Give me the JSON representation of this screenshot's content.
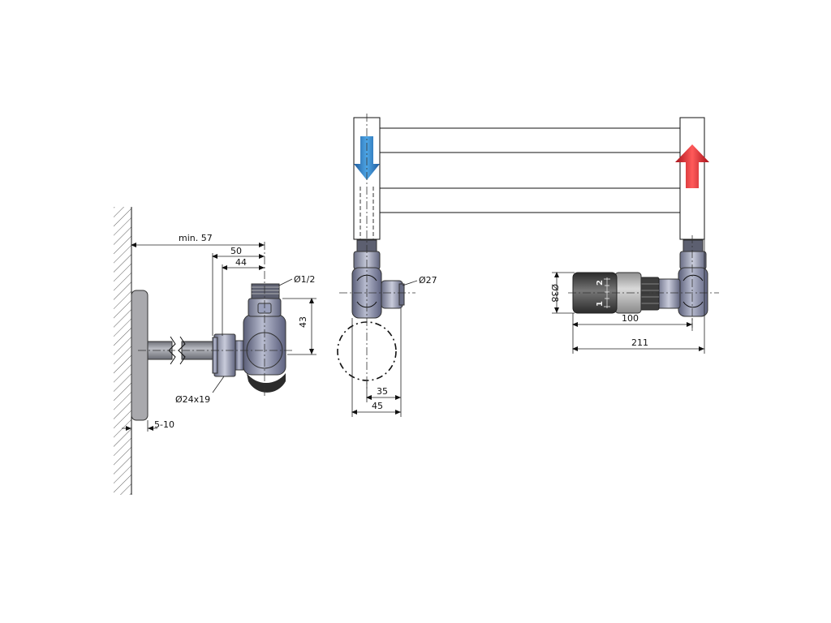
{
  "dimensions": {
    "min57": "min. 57",
    "d50": "50",
    "d44": "44",
    "d43": "43",
    "thread": "Ø1/2",
    "pipe": "Ø24x19",
    "wall": "5-10",
    "d27": "Ø27",
    "d35": "35",
    "d45": "45",
    "d38": "Ø38",
    "d100": "100",
    "d211": "211"
  },
  "knob": {
    "mark1": "1",
    "mark2": "2"
  },
  "colors": {
    "flow_down_arrow": "#2f7fc8",
    "flow_up_arrow": "#e0202a",
    "metal": "#7a7e96",
    "knob": "#3a3a3a"
  },
  "icons": {
    "down": "arrow-down-icon",
    "up": "arrow-up-icon"
  }
}
